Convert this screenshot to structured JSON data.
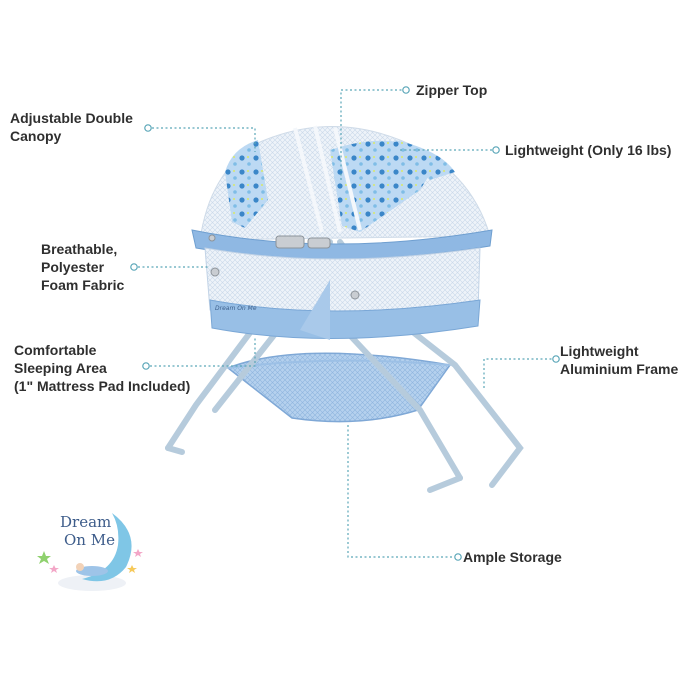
{
  "features": {
    "zipper_top": "Zipper Top",
    "canopy": [
      "Adjustable Double",
      "Canopy"
    ],
    "lightweight": "Lightweight (Only 16 lbs)",
    "fabric": [
      "Breathable,",
      "Polyester",
      "Foam Fabric"
    ],
    "sleeping_area": [
      "Comfortable",
      "Sleeping Area",
      "(1\" Mattress Pad Included)"
    ],
    "frame": [
      "Lightweight",
      "Aluminium Frame"
    ],
    "storage": "Ample Storage"
  },
  "logo": {
    "line1": "Dream",
    "line2": "On Me"
  },
  "colors": {
    "leader": "#5aa6b8",
    "fabric_blue": "#8fb8e3",
    "frame": "#b8cfe0",
    "mesh": "#eef2f7"
  }
}
